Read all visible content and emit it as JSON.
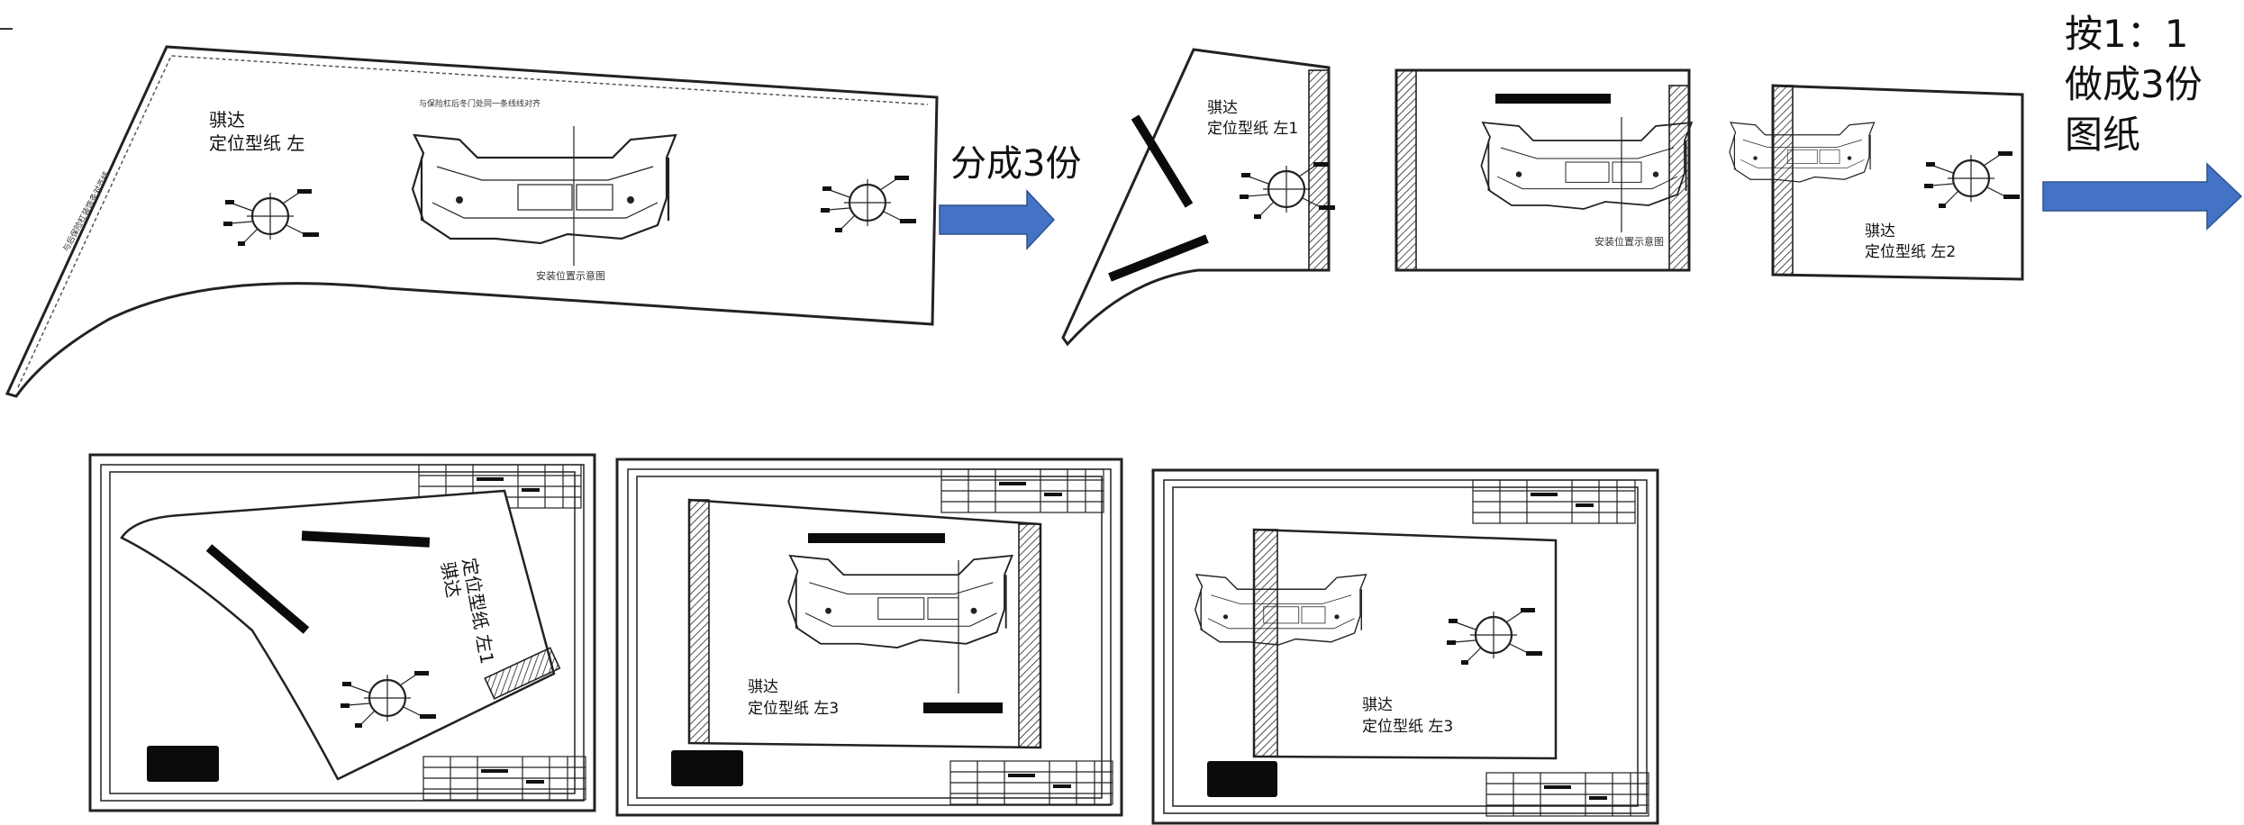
{
  "top_row": {
    "full_template": {
      "name_line1": "骐达",
      "name_line2": "定位型纸 左",
      "top_note": "与保险杠后冬门处同一条线线对齐",
      "side_note": "与后保险杠装饰条对齐线",
      "bottom_note": "安装位置示意图"
    },
    "arrow1_label": "分成3份",
    "piece1": {
      "name_line1": "骐达",
      "name_line2": "定位型纸 左1"
    },
    "piece2": {
      "bottom_note": "安装位置示意图"
    },
    "piece3": {
      "name_line1": "骐达",
      "name_line2": "定位型纸 左2"
    },
    "arrow2_label_line1": "按1：1",
    "arrow2_label_line2": "做成3份",
    "arrow2_label_line3": "图纸",
    "arrow_color": "#4472c4"
  },
  "bottom_row": {
    "sheet1": {
      "name_line1": "骐达",
      "name_line2": "定位型纸 左1"
    },
    "sheet2": {
      "name_line1": "骐达",
      "name_line2": "定位型纸 左3"
    },
    "sheet3": {
      "name_line1": "骐达",
      "name_line2": "定位型纸 左3"
    }
  }
}
